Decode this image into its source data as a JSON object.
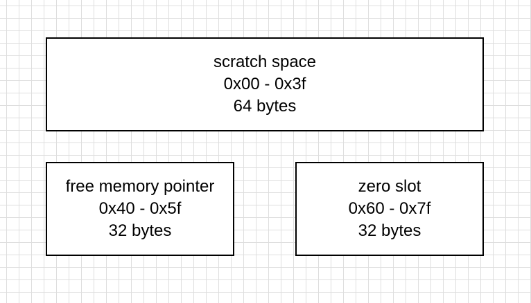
{
  "blocks": [
    {
      "name": "scratch space",
      "range": "0x00 - 0x3f",
      "size": "64 bytes"
    },
    {
      "name": "free memory pointer",
      "range": "0x40 - 0x5f",
      "size": "32 bytes"
    },
    {
      "name": "zero slot",
      "range": "0x60 - 0x7f",
      "size": "32 bytes"
    }
  ],
  "colors": {
    "background": "#ffffff",
    "grid": "#dedede",
    "border": "#000000",
    "text": "#000000"
  }
}
